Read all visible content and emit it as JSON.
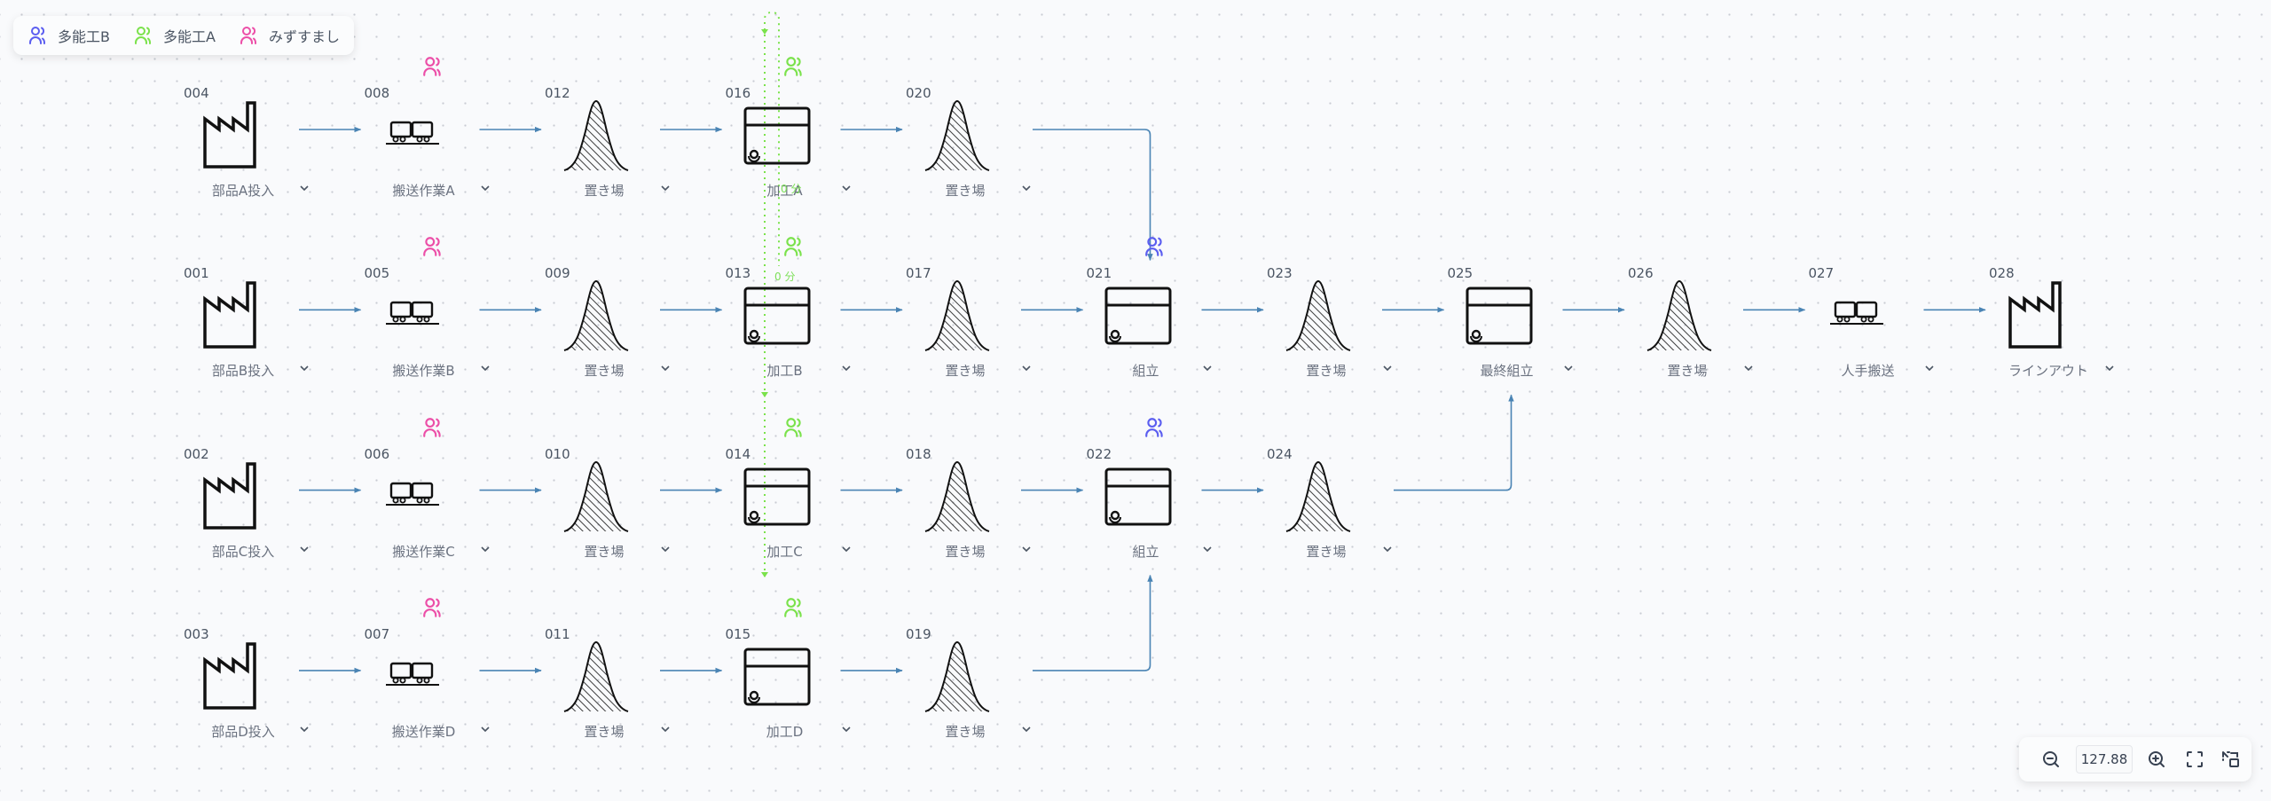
{
  "legend": [
    {
      "label": "多能工B",
      "color": "#5b5ef0",
      "icon": "users-icon"
    },
    {
      "label": "多能工A",
      "color": "#7be24c",
      "icon": "users-icon"
    },
    {
      "label": "みずすまし",
      "color": "#ec4fa8",
      "icon": "users-icon"
    }
  ],
  "colors": {
    "edge": "#4a84b4",
    "node_stroke": "#111111",
    "route_green": "#7be24c"
  },
  "nodes": [
    {
      "id": "004",
      "label": "部品A投入",
      "type": "factory",
      "col": 0,
      "row": 0
    },
    {
      "id": "008",
      "label": "搬送作業A",
      "type": "transport",
      "col": 1,
      "row": 0,
      "worker": "みずすまし"
    },
    {
      "id": "012",
      "label": "置き場",
      "type": "storage",
      "col": 2,
      "row": 0
    },
    {
      "id": "016",
      "label": "加工A",
      "type": "process",
      "col": 3,
      "row": 0,
      "worker": "多能工A"
    },
    {
      "id": "020",
      "label": "置き場",
      "type": "storage",
      "col": 4,
      "row": 0
    },
    {
      "id": "001",
      "label": "部品B投入",
      "type": "factory",
      "col": 0,
      "row": 1
    },
    {
      "id": "005",
      "label": "搬送作業B",
      "type": "transport",
      "col": 1,
      "row": 1,
      "worker": "みずすまし"
    },
    {
      "id": "009",
      "label": "置き場",
      "type": "storage",
      "col": 2,
      "row": 1
    },
    {
      "id": "013",
      "label": "加工B",
      "type": "process",
      "col": 3,
      "row": 1,
      "worker": "多能工A"
    },
    {
      "id": "017",
      "label": "置き場",
      "type": "storage",
      "col": 4,
      "row": 1
    },
    {
      "id": "021",
      "label": "組立",
      "type": "process",
      "col": 5,
      "row": 1,
      "worker": "多能工B"
    },
    {
      "id": "023",
      "label": "置き場",
      "type": "storage",
      "col": 6,
      "row": 1
    },
    {
      "id": "025",
      "label": "最終組立",
      "type": "process",
      "col": 7,
      "row": 1
    },
    {
      "id": "026",
      "label": "置き場",
      "type": "storage",
      "col": 8,
      "row": 1
    },
    {
      "id": "027",
      "label": "人手搬送",
      "type": "transport",
      "col": 9,
      "row": 1
    },
    {
      "id": "028",
      "label": "ラインアウト",
      "type": "factory",
      "col": 10,
      "row": 1
    },
    {
      "id": "002",
      "label": "部品C投入",
      "type": "factory",
      "col": 0,
      "row": 2
    },
    {
      "id": "006",
      "label": "搬送作業C",
      "type": "transport",
      "col": 1,
      "row": 2,
      "worker": "みずすまし"
    },
    {
      "id": "010",
      "label": "置き場",
      "type": "storage",
      "col": 2,
      "row": 2
    },
    {
      "id": "014",
      "label": "加工C",
      "type": "process",
      "col": 3,
      "row": 2,
      "worker": "多能工A"
    },
    {
      "id": "018",
      "label": "置き場",
      "type": "storage",
      "col": 4,
      "row": 2
    },
    {
      "id": "022",
      "label": "組立",
      "type": "process",
      "col": 5,
      "row": 2,
      "worker": "多能工B"
    },
    {
      "id": "024",
      "label": "置き場",
      "type": "storage",
      "col": 6,
      "row": 2
    },
    {
      "id": "003",
      "label": "部品D投入",
      "type": "factory",
      "col": 0,
      "row": 3
    },
    {
      "id": "007",
      "label": "搬送作業D",
      "type": "transport",
      "col": 1,
      "row": 3,
      "worker": "みずすまし"
    },
    {
      "id": "011",
      "label": "置き場",
      "type": "storage",
      "col": 2,
      "row": 3
    },
    {
      "id": "015",
      "label": "加工D",
      "type": "process",
      "col": 3,
      "row": 3,
      "worker": "多能工A"
    },
    {
      "id": "019",
      "label": "置き場",
      "type": "storage",
      "col": 4,
      "row": 3
    }
  ],
  "edges": [
    [
      "004",
      "008"
    ],
    [
      "008",
      "012"
    ],
    [
      "012",
      "016"
    ],
    [
      "016",
      "020"
    ],
    [
      "020",
      "021"
    ],
    [
      "001",
      "005"
    ],
    [
      "005",
      "009"
    ],
    [
      "009",
      "013"
    ],
    [
      "013",
      "017"
    ],
    [
      "017",
      "021"
    ],
    [
      "021",
      "023"
    ],
    [
      "023",
      "025"
    ],
    [
      "025",
      "026"
    ],
    [
      "026",
      "027"
    ],
    [
      "027",
      "028"
    ],
    [
      "002",
      "006"
    ],
    [
      "006",
      "010"
    ],
    [
      "010",
      "014"
    ],
    [
      "014",
      "018"
    ],
    [
      "018",
      "022"
    ],
    [
      "022",
      "024"
    ],
    [
      "024",
      "025"
    ],
    [
      "003",
      "007"
    ],
    [
      "007",
      "011"
    ],
    [
      "011",
      "015"
    ],
    [
      "015",
      "019"
    ],
    [
      "019",
      "022"
    ]
  ],
  "walk_times": [
    {
      "near": "016",
      "text": "0 分"
    },
    {
      "near": "013",
      "text": "0 分"
    }
  ],
  "zoom": {
    "value": "127.88",
    "zoom_out": "zoom-out-icon",
    "zoom_in": "zoom-in-icon",
    "fit": "fit-screen-icon",
    "layout": "auto-layout-icon"
  }
}
